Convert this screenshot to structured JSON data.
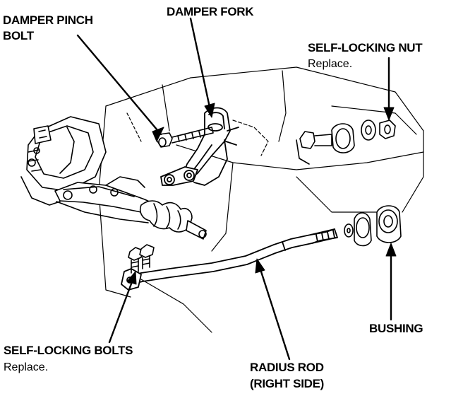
{
  "labels": {
    "damper_pinch_bolt_line1": "DAMPER PINCH",
    "damper_pinch_bolt_line2": "BOLT",
    "damper_fork": "DAMPER FORK",
    "self_locking_nut": "SELF-LOCKING NUT",
    "self_locking_nut_note": "Replace.",
    "bushing": "BUSHING",
    "self_locking_bolts": "SELF-LOCKING BOLTS",
    "self_locking_bolts_note": "Replace.",
    "radius_rod_line1": "RADIUS ROD",
    "radius_rod_line2": "(RIGHT SIDE)"
  },
  "colors": {
    "ink": "#000000",
    "paper": "#ffffff"
  }
}
